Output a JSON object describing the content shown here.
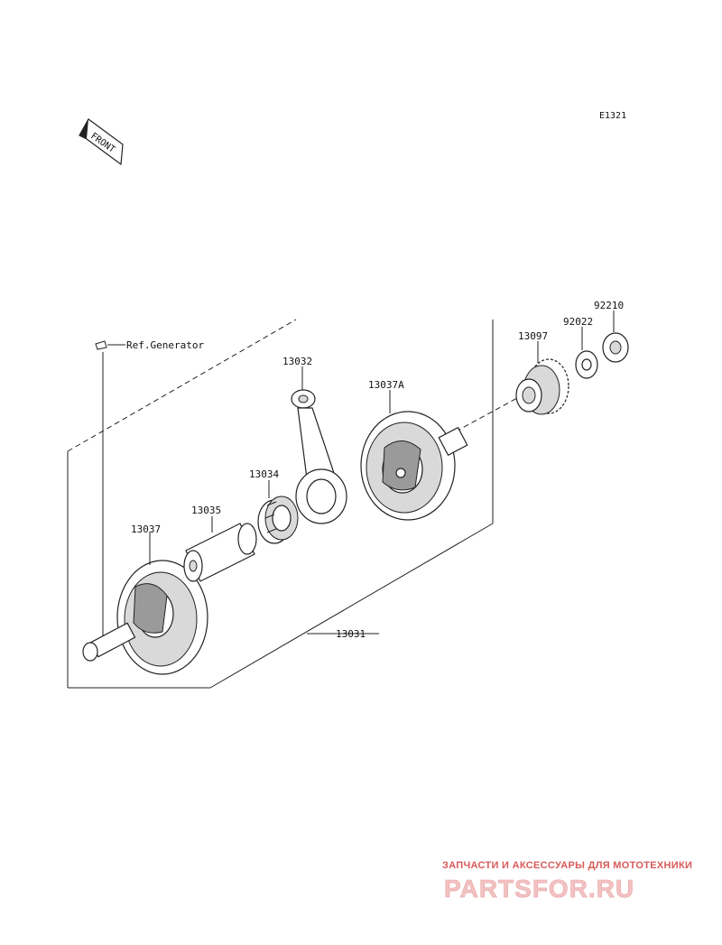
{
  "diagram_code": "E1321",
  "front_label": "FRONT",
  "reference_note": "Ref.Generator",
  "parts": {
    "crankshaft_assembly": "13031",
    "flywheel_left": "13037",
    "flywheel_right": "13037A",
    "crank_pin": "13035",
    "needle_bearing": "13034",
    "connecting_rod": "13032",
    "primary_gear": "13097",
    "collar": "92022",
    "nut": "92210"
  },
  "watermark": {
    "tagline": "ЗАПЧАСТИ И АКСЕССУАРЫ ДЛЯ МОТОТЕХНИКИ",
    "logo": "PARTSFOR.RU"
  }
}
